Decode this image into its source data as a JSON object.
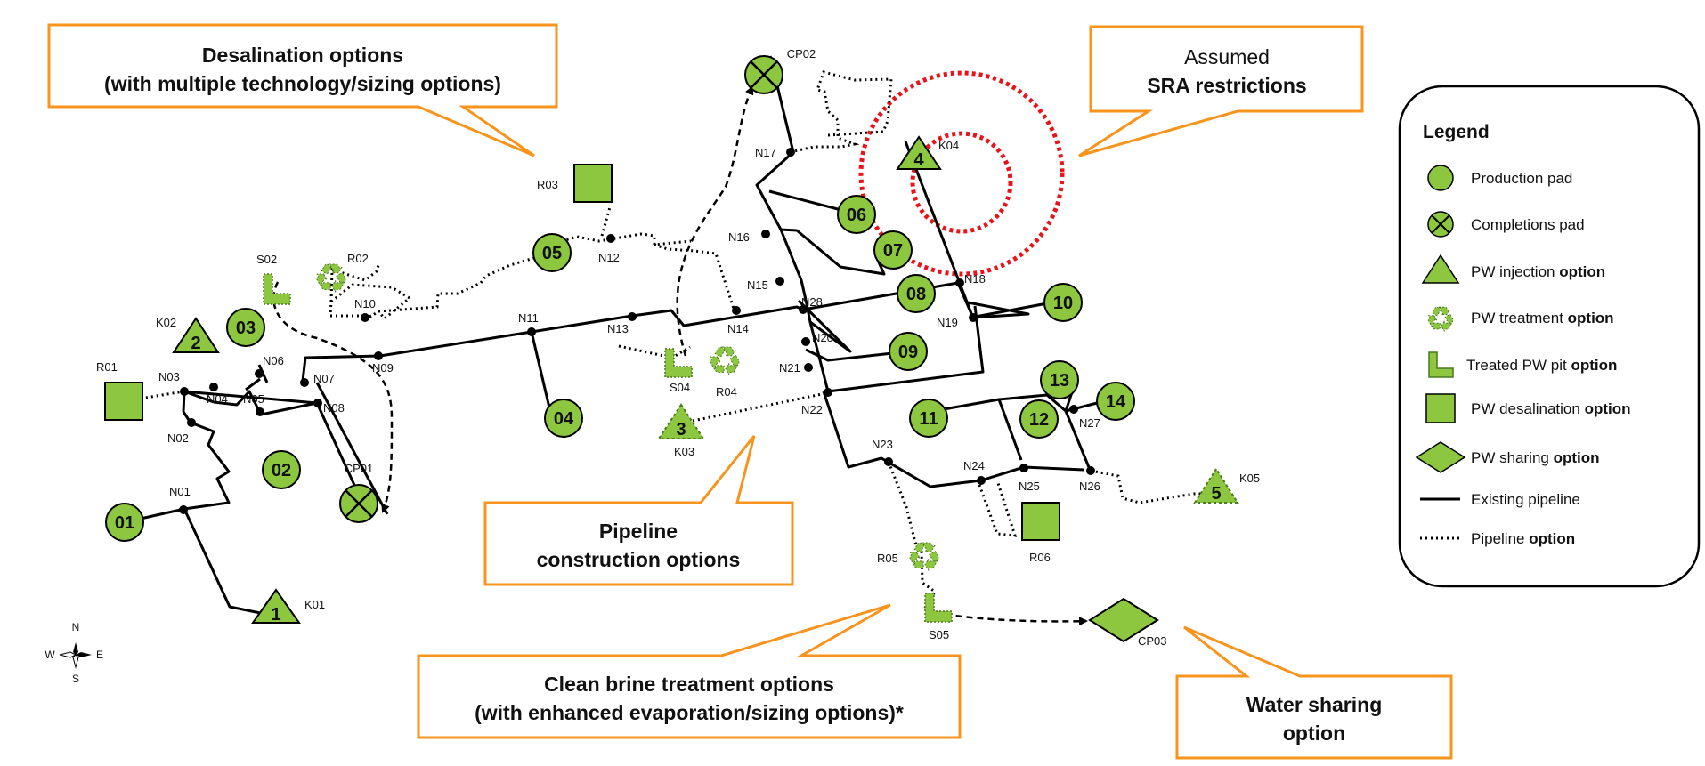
{
  "callouts": {
    "desalination": {
      "line1": "Desalination options",
      "line2": "(with multiple technology/sizing options)"
    },
    "sra": {
      "line1": "Assumed",
      "line2": "SRA restrictions"
    },
    "pipeline": {
      "line1": "Pipeline",
      "line2": "construction options"
    },
    "brine": {
      "line1": "Clean brine treatment options",
      "line2": "(with enhanced evaporation/sizing options)*"
    },
    "sharing": {
      "line1": "Water sharing",
      "line2": "option"
    }
  },
  "legend": {
    "title": "Legend",
    "production_pad": "Production pad",
    "completions_pad": "Completions pad",
    "injection_a": "PW injection ",
    "injection_b": "option",
    "treatment_a": "PW treatment ",
    "treatment_b": "option",
    "pit_a": "Treated PW pit ",
    "pit_b": "option",
    "desal_a": "PW desalination ",
    "desal_b": "option",
    "sharing_a": "PW sharing ",
    "sharing_b": "option",
    "existing": "Existing pipeline",
    "option_a": "Pipeline ",
    "option_b": "option"
  },
  "compass": {
    "n": "N",
    "s": "S",
    "e": "E",
    "w": "W"
  },
  "production_pads": [
    "01",
    "02",
    "03",
    "04",
    "05",
    "06",
    "07",
    "08",
    "09",
    "10",
    "11",
    "12",
    "13",
    "14"
  ],
  "completions_pads": [
    "CP01",
    "CP02"
  ],
  "injection_sites": [
    {
      "num": "1",
      "label": "K01"
    },
    {
      "num": "2",
      "label": "K02"
    },
    {
      "num": "3",
      "label": "K03"
    },
    {
      "num": "4",
      "label": "K04"
    },
    {
      "num": "5",
      "label": "K05"
    }
  ],
  "treatment_sites": [
    "R02",
    "R04",
    "R05"
  ],
  "pits": [
    "S02",
    "S04",
    "S05"
  ],
  "desalination_sites": [
    "R01",
    "R03",
    "R06"
  ],
  "sharing_site": "CP03",
  "nodes": [
    "N01",
    "N02",
    "N03",
    "N04",
    "N05",
    "N06",
    "N07",
    "N08",
    "N09",
    "N10",
    "N11",
    "N12",
    "N13",
    "N14",
    "N15",
    "N16",
    "N17",
    "N18",
    "N19",
    "N20",
    "N21",
    "N22",
    "N23",
    "N24",
    "N25",
    "N26",
    "N27",
    "N28"
  ],
  "colors": {
    "green": "#8dc63f",
    "orange": "#f7941d",
    "red": "#e8141b",
    "black": "#000000"
  }
}
